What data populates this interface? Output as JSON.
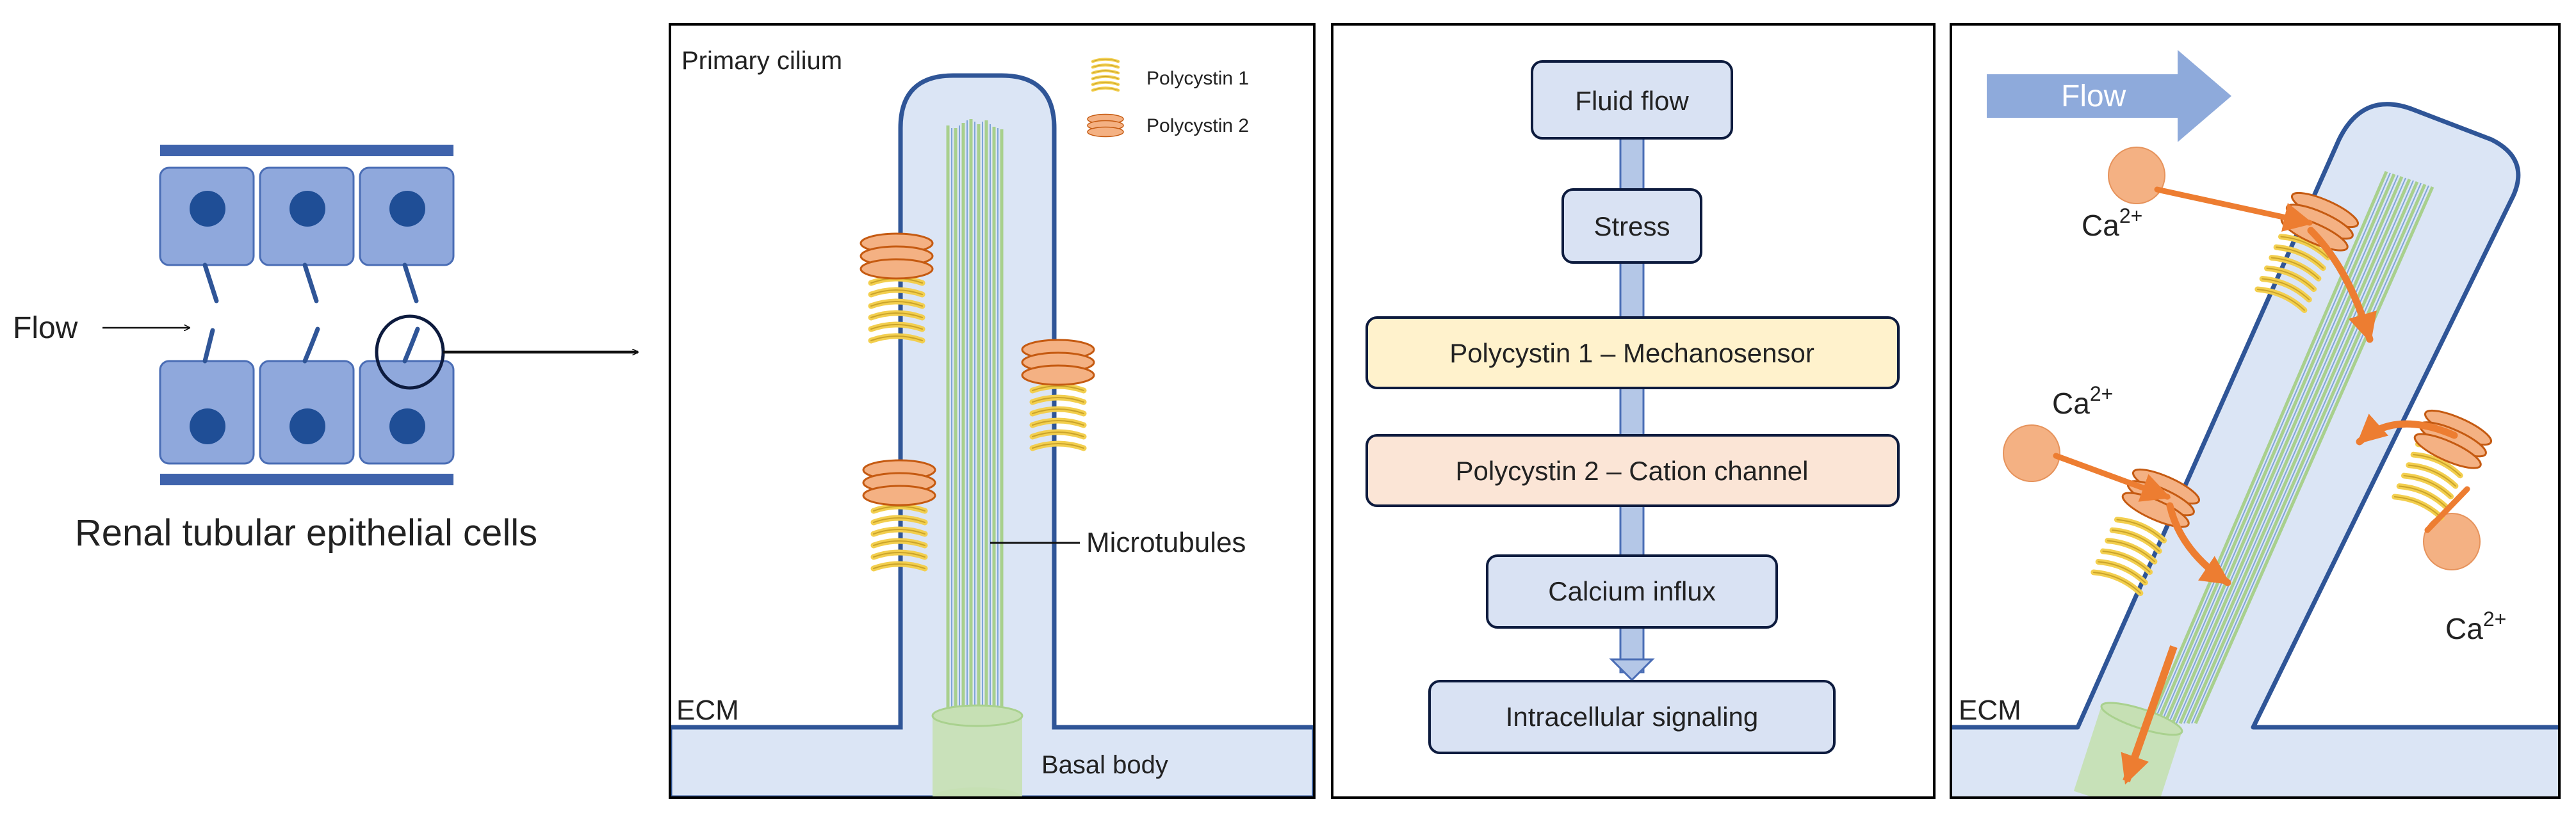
{
  "colors": {
    "cell_fill": "#8fa8dc",
    "cell_border": "#4a6db5",
    "nucleus": "#1f4e96",
    "tubule_wall": "#3f63ac",
    "cilium_fill": "#dbe5f5",
    "cilium_border": "#2f5597",
    "microtubule": "#a8d08d",
    "basal_body": "#c6e0b4",
    "pc1_coil": "#f3cf4e",
    "pc2_disc": "#f4b183",
    "flowchart_box": "#d9e2f3",
    "mechanosensor_box": "#fff2cc",
    "cation_box": "#fbe5d6",
    "arrow_orange": "#ed7d31",
    "calcium": "#f4b183",
    "flow_arrow": "#8eaadb"
  },
  "panel1": {
    "flow_label": "Flow",
    "caption": "Renal tubular epithelial cells"
  },
  "panel2": {
    "title": "Primary cilium",
    "legend_pc1": "Polycystin 1",
    "legend_pc2": "Polycystin 2",
    "microtubules_label": "Microtubules",
    "ecm_label": "ECM",
    "basal_body_label": "Basal body"
  },
  "panel3": {
    "steps": [
      "Fluid flow",
      "Stress",
      "Polycystin 1 – Mechanosensor",
      "Polycystin 2 – Cation channel",
      "Calcium influx",
      "Intracellular signaling"
    ]
  },
  "panel4": {
    "flow_label": "Flow",
    "ca_base": "Ca",
    "ca_charge": "2+",
    "ecm_label": "ECM"
  }
}
